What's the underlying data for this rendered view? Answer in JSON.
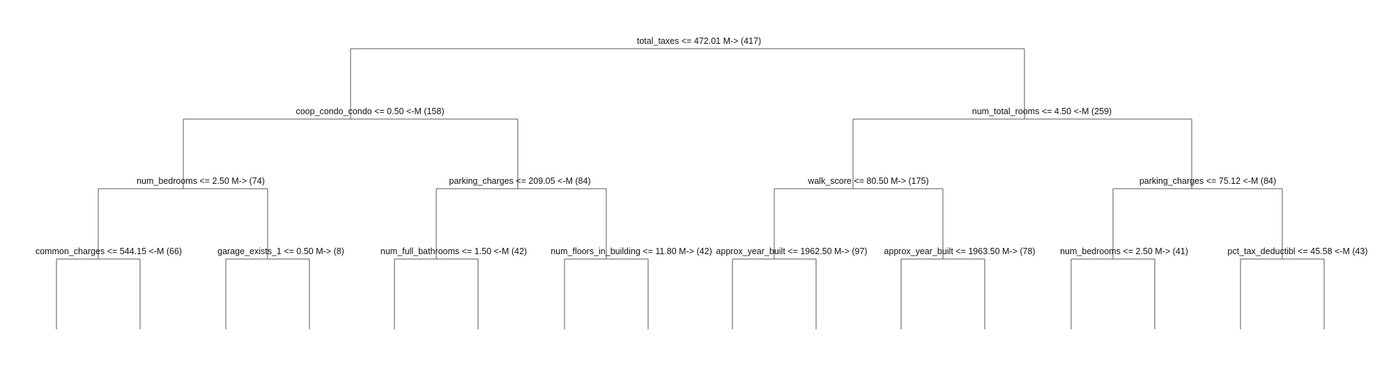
{
  "tree": {
    "root": {
      "id": "n0",
      "label": "total_taxes <= 472.01 M-> (417)",
      "children": [
        "n1",
        "n2"
      ]
    },
    "nodes": {
      "n1": {
        "label": "coop_condo_condo <= 0.50 <-M (158)",
        "children": [
          "n3",
          "n4"
        ]
      },
      "n2": {
        "label": "num_total_rooms <= 4.50 <-M (259)",
        "children": [
          "n5",
          "n6"
        ]
      },
      "n3": {
        "label": "num_bedrooms <= 2.50 M-> (74)",
        "children": [
          "n7",
          "n8"
        ]
      },
      "n4": {
        "label": "parking_charges <= 209.05 <-M (84)",
        "children": [
          "n9",
          "n10"
        ]
      },
      "n5": {
        "label": "walk_score <= 80.50 M-> (175)",
        "children": [
          "n11",
          "n12"
        ]
      },
      "n6": {
        "label": "parking_charges <= 75.12 <-M (84)",
        "children": [
          "n13",
          "n14"
        ]
      },
      "n7": {
        "label": "common_charges <= 544.15 <-M (66)",
        "children": []
      },
      "n8": {
        "label": "garage_exists_1 <= 0.50 M-> (8)",
        "children": []
      },
      "n9": {
        "label": "num_full_bathrooms <= 1.50 <-M (42)",
        "children": []
      },
      "n10": {
        "label": "num_floors_in_building <= 11.80 M-> (42)",
        "children": []
      },
      "n11": {
        "label": "approx_year_built <= 1962.50 M-> (97)",
        "children": []
      },
      "n12": {
        "label": "approx_year_built <= 1963.50 M-> (78)",
        "children": []
      },
      "n13": {
        "label": "num_bedrooms <= 2.50 M-> (41)",
        "children": []
      },
      "n14": {
        "label": "pct_tax_deductibl <= 45.58 <-M (43)",
        "children": []
      }
    }
  }
}
